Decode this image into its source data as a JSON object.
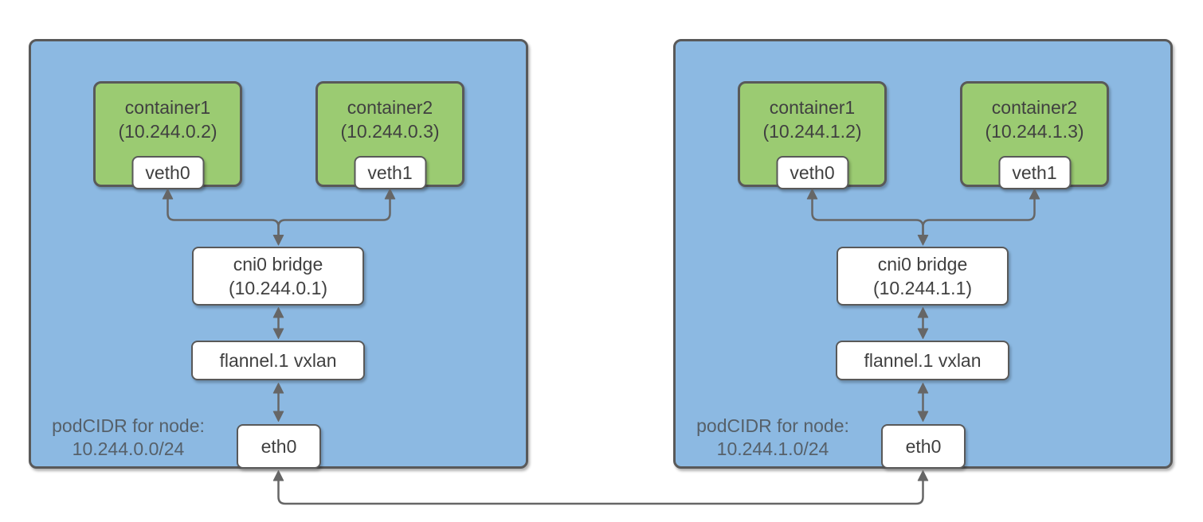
{
  "diagram": {
    "colors": {
      "node_fill": "#8CB9E2",
      "container_fill": "#9BCB72",
      "border": "#595959",
      "box_fill": "#FFFFFF",
      "text": "#404040",
      "muted_text": "#566069",
      "arrow": "#666666",
      "background": "#FFFFFF"
    },
    "nodes": [
      {
        "podcidr_label": "podCIDR for node:",
        "podcidr_value": "10.244.0.0/24",
        "containers": [
          {
            "name": "container1",
            "ip": "(10.244.0.2)",
            "veth": "veth0"
          },
          {
            "name": "container2",
            "ip": "(10.244.0.3)",
            "veth": "veth1"
          }
        ],
        "bridge_name": "cni0 bridge",
        "bridge_ip": "(10.244.0.1)",
        "vxlan_label": "flannel.1 vxlan",
        "eth_label": "eth0"
      },
      {
        "podcidr_label": "podCIDR for node:",
        "podcidr_value": "10.244.1.0/24",
        "containers": [
          {
            "name": "container1",
            "ip": "(10.244.1.2)",
            "veth": "veth0"
          },
          {
            "name": "container2",
            "ip": "(10.244.1.3)",
            "veth": "veth1"
          }
        ],
        "bridge_name": "cni0 bridge",
        "bridge_ip": "(10.244.1.1)",
        "vxlan_label": "flannel.1 vxlan",
        "eth_label": "eth0"
      }
    ]
  }
}
